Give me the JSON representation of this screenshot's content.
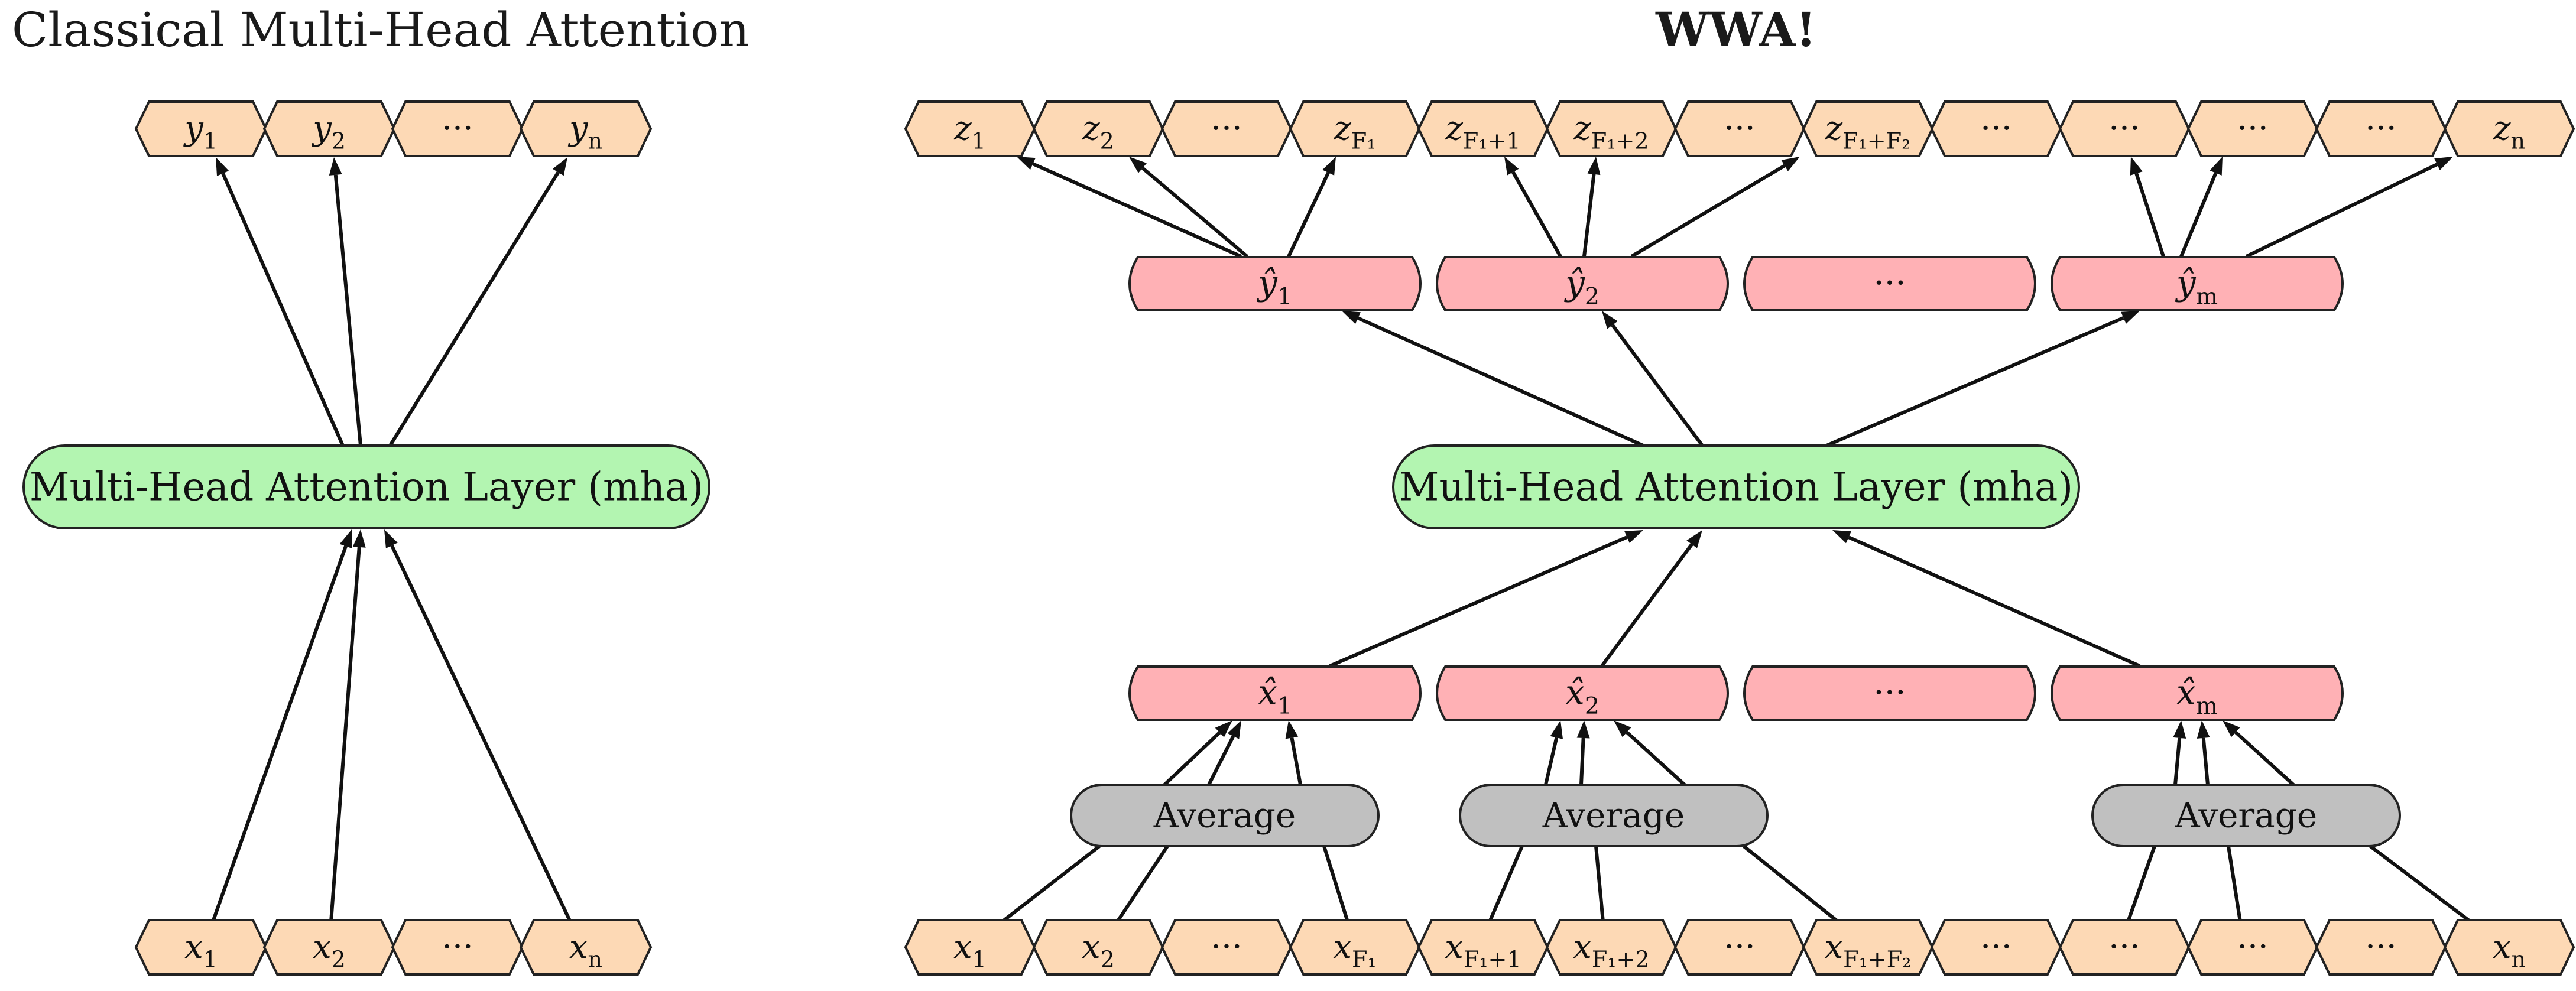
{
  "titles": {
    "left": "Classical Multi-Head Attention",
    "right": "WWA!"
  },
  "colors": {
    "token": "#fdd9b5",
    "pooled": "#ffb1b5",
    "mha": "#b3f5b1",
    "average": "#c0c0c0"
  },
  "classical": {
    "outputs": [
      {
        "base": "y",
        "sub": "1"
      },
      {
        "base": "y",
        "sub": "2"
      },
      {
        "base": "···",
        "sub": ""
      },
      {
        "base": "y",
        "sub": "n"
      }
    ],
    "mha_label": "Multi-Head Attention Layer (mha)",
    "inputs": [
      {
        "base": "x",
        "sub": "1"
      },
      {
        "base": "x",
        "sub": "2"
      },
      {
        "base": "···",
        "sub": ""
      },
      {
        "base": "x",
        "sub": "n"
      }
    ]
  },
  "wwa": {
    "outputs": [
      {
        "base": "z",
        "sub": "1"
      },
      {
        "base": "z",
        "sub": "2"
      },
      {
        "base": "···",
        "sub": ""
      },
      {
        "base": "z",
        "sub": "F₁"
      },
      {
        "base": "z",
        "sub": "F₁+1"
      },
      {
        "base": "z",
        "sub": "F₁+2"
      },
      {
        "base": "···",
        "sub": ""
      },
      {
        "base": "z",
        "sub": "F₁+F₂"
      },
      {
        "base": "···",
        "sub": ""
      },
      {
        "base": "···",
        "sub": ""
      },
      {
        "base": "···",
        "sub": ""
      },
      {
        "base": "···",
        "sub": ""
      },
      {
        "base": "z",
        "sub": "n"
      }
    ],
    "pooled_outputs": [
      {
        "base": "ŷ",
        "sub": "1"
      },
      {
        "base": "ŷ",
        "sub": "2"
      },
      {
        "base": "···",
        "sub": ""
      },
      {
        "base": "ŷ",
        "sub": "m"
      }
    ],
    "mha_label": "Multi-Head Attention Layer (mha)",
    "pooled_inputs": [
      {
        "base": "x̂",
        "sub": "1"
      },
      {
        "base": "x̂",
        "sub": "2"
      },
      {
        "base": "···",
        "sub": ""
      },
      {
        "base": "x̂",
        "sub": "m"
      }
    ],
    "average_label": "Average",
    "inputs": [
      {
        "base": "x",
        "sub": "1"
      },
      {
        "base": "x",
        "sub": "2"
      },
      {
        "base": "···",
        "sub": ""
      },
      {
        "base": "x",
        "sub": "F₁"
      },
      {
        "base": "x",
        "sub": "F₁+1"
      },
      {
        "base": "x",
        "sub": "F₁+2"
      },
      {
        "base": "···",
        "sub": ""
      },
      {
        "base": "x",
        "sub": "F₁+F₂"
      },
      {
        "base": "···",
        "sub": ""
      },
      {
        "base": "···",
        "sub": ""
      },
      {
        "base": "···",
        "sub": ""
      },
      {
        "base": "···",
        "sub": ""
      },
      {
        "base": "x",
        "sub": "n"
      }
    ]
  }
}
